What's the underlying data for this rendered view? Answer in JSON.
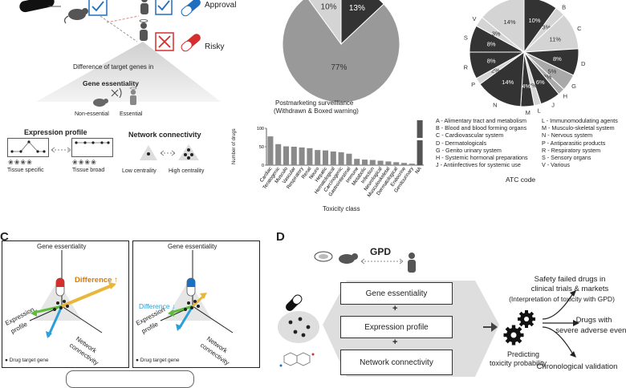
{
  "panel_a": {
    "approval_label": "Approval",
    "risky_label": "Risky",
    "difference_title": "Difference of target genes in",
    "gene_essentiality_title": "Gene essentiality",
    "non_essential_label": "Non-essential",
    "essential_label": "Essential",
    "expression_profile_title": "Expression profile",
    "tissue_specific_label": "Tissue specific",
    "tissue_broad_label": "Tissue broad",
    "network_connectivity_title": "Network connectivity",
    "low_centrality_label": "Low centrality",
    "high_centrality_label": "High centrality"
  },
  "panel_b": {
    "chart_data": [
      {
        "type": "pie",
        "values": [
          13,
          77,
          10
        ],
        "data_labels": [
          "13%",
          "77%",
          "10%"
        ],
        "colors": [
          "#333333",
          "#999999",
          "#d4d4d4"
        ],
        "caption_line1": "Postmarketing surveilliance",
        "caption_line2": "(Withdrawn & Boxed warning)"
      },
      {
        "type": "bar",
        "title": "",
        "xlabel": "Toxicity class",
        "ylabel": "Number of drugs",
        "categories": [
          "Cardiac",
          "Teratogenic",
          "Musculo",
          "Vascular",
          "Respiratory",
          "Renal",
          "Neuro",
          "Hepatic",
          "Hematological",
          "Carcinogenic",
          "Gastrointestinal",
          "Immune",
          "Metabolic",
          "Infection",
          "Neurological",
          "Musculoskeletal",
          "Dermatological",
          "Endocrine",
          "Genitourinary",
          "NA"
        ],
        "values": [
          78,
          57,
          51,
          50,
          48,
          46,
          41,
          40,
          37,
          35,
          31,
          17,
          15,
          14,
          12,
          10,
          8,
          6,
          4,
          140
        ],
        "ylim": [
          0,
          100
        ],
        "axis_break": true,
        "highlight_color": "#555555"
      },
      {
        "type": "pie",
        "xlabel": "ATC code",
        "categories": [
          "A",
          "B",
          "C",
          "D",
          "G",
          "H",
          "J",
          "L",
          "M",
          "N",
          "P",
          "R",
          "S",
          "V"
        ],
        "values": [
          10,
          3,
          11,
          8,
          5,
          2,
          6,
          2,
          4,
          14,
          2,
          8,
          8,
          3
        ],
        "data_labels": [
          "10%",
          "3%",
          "11%",
          "8%",
          "5%",
          "2%",
          "6%",
          "2%",
          "4%",
          "14%",
          "2%",
          "8%",
          "8%",
          "3%"
        ],
        "blank_share_percent": 14,
        "blank_label": "14%",
        "colors_dark": "#333333",
        "colors_light": "#d4d4d4",
        "legend_left": [
          "A - Alimentary tract and metabolism",
          "B - Blood and blood forming organs",
          "C - Cardiovascular system",
          "D - Dermatologicals",
          "G - Genito urinary system",
          "H - Systemic hormonal preparations",
          "J - Antiinfectives for systemic use"
        ],
        "legend_right": [
          "L - Immunomodulating agents",
          "M - Musculo-skeletal system",
          "N - Nervous system",
          "P - Antiparasitic products",
          "R - Respiratory system",
          "S - Sensory organs",
          "V - Various"
        ]
      }
    ]
  },
  "panel_c": {
    "letter": "C",
    "left": {
      "y_axis_label": "Gene essentiality",
      "x_axis_label_line1": "Expression",
      "x_axis_label_line2": "profile",
      "z_axis_label_line1": "Network",
      "z_axis_label_line2": "connectivity",
      "difference_label": "Difference ↑",
      "legend": "● Drug target gene"
    },
    "right": {
      "y_axis_label": "Gene essentiality",
      "x_axis_label_line1": "Expression",
      "x_axis_label_line2": "profile",
      "z_axis_label_line1": "Network",
      "z_axis_label_line2": "connectivity",
      "difference_label": "Difference ↓",
      "legend": "● Drug target gene"
    }
  },
  "panel_d": {
    "letter": "D",
    "gpd_label": "GPD",
    "feature_boxes": [
      "Gene essentiality",
      "Expression profile",
      "Network connectivity"
    ],
    "plus_sign": "+",
    "predicting_line1": "Predicting",
    "predicting_line2": "toxicity probability",
    "outcomes": [
      {
        "line1": "Safety failed drugs in",
        "line2": "clinical trials & markets",
        "line3": "(Interpretation of toxicity with GPD)"
      },
      {
        "line1": "Drugs with",
        "line2": "severe adverse events",
        "line3": ""
      },
      {
        "line1": "Chronological validation",
        "line2": "",
        "line3": ""
      }
    ]
  },
  "colors": {
    "approval_blue": "#1f6fc0",
    "risky_red": "#d42e2e",
    "difference_orange": "#e07a00",
    "difference_blue": "#2b9fd8",
    "arrow_green": "#5bbd3a",
    "arrow_gold": "#e8b73a"
  }
}
